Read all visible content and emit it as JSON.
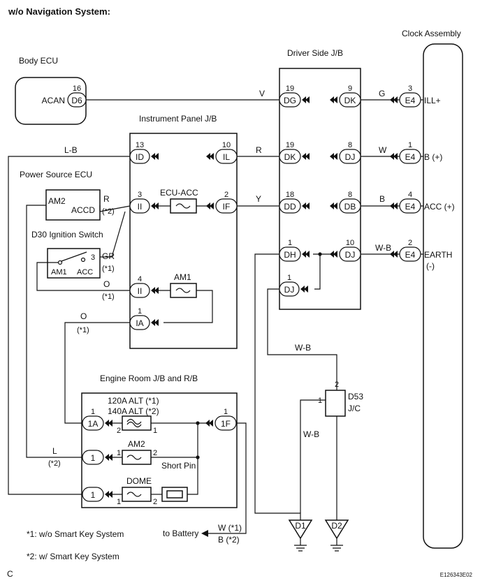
{
  "title": "w/o Navigation System:",
  "figure_code": "E126343E02",
  "corner_letter": "C",
  "components": {
    "clock": "Clock Assembly",
    "body_ecu": "Body ECU",
    "driver_jb": "Driver Side J/B",
    "ip_jb": "Instrument Panel J/B",
    "power_ecu": "Power Source ECU",
    "ign_switch": "D30 Ignition Switch",
    "engine_jb": "Engine Room J/B and R/B",
    "jc_name": "D53",
    "jc_sub": "J/C"
  },
  "pins": {
    "acan": "ACAN",
    "ill": "ILL+",
    "b": "B (+)",
    "acc": "ACC (+)",
    "earth": "EARTH",
    "minus": "(-)",
    "am2": "AM2",
    "accd": "ACCD",
    "am1_sw": "AM1",
    "acc_sw": "ACC"
  },
  "connectors": [
    "D6",
    "DG",
    "DK",
    "E4",
    "ID",
    "IL",
    "DK",
    "DJ",
    "E4",
    "II",
    "IF",
    "DD",
    "DB",
    "E4",
    "DH",
    "DJ",
    "E4",
    "DJ",
    "II",
    "IA",
    "1A",
    "1F",
    "1",
    "1",
    "D1",
    "D2"
  ],
  "pin_numbers": [
    "16",
    "19",
    "9",
    "3",
    "13",
    "10",
    "19",
    "8",
    "1",
    "3",
    "2",
    "18",
    "8",
    "4",
    "1",
    "10",
    "2",
    "1",
    "4",
    "1",
    "1",
    "1",
    "1",
    "2",
    "2",
    "3",
    "1",
    "2",
    "1",
    "2",
    "1"
  ],
  "wires": [
    "V",
    "G",
    "L-B",
    "R",
    "W",
    "R",
    "Y",
    "B",
    "GR",
    "W-B",
    "O",
    "O",
    "W-B",
    "W-B",
    "L"
  ],
  "notes": [
    "(*2)",
    "(*1)",
    "(*1)",
    "(*1)",
    "(*2)",
    "W (*1)",
    "B (*2)"
  ],
  "fuses": {
    "ecu_acc": "ECU-ACC",
    "am1": "AM1",
    "alt1": "120A ALT (*1)",
    "alt2": "140A ALT (*2)",
    "am2": "AM2",
    "dome": "DOME",
    "short_pin": "Short Pin"
  },
  "to_battery": "to Battery",
  "footnotes": [
    "*1: w/o Smart Key System",
    "*2: w/ Smart Key System"
  ]
}
